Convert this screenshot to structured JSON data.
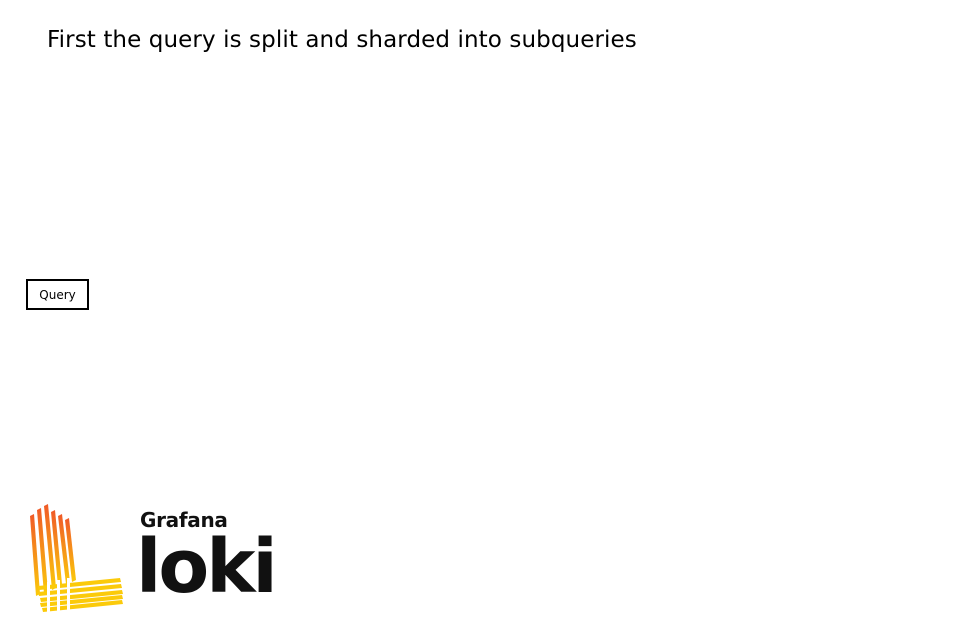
{
  "slide": {
    "title": "First the query is split and sharded into subqueries"
  },
  "diagram": {
    "query_label": "Query"
  },
  "logo": {
    "brand": "Grafana",
    "product": "loki",
    "icon": "grafana-loki-logo-icon",
    "colors": {
      "gradient_top": "#F05A28",
      "gradient_bottom": "#FBCA0A"
    }
  }
}
